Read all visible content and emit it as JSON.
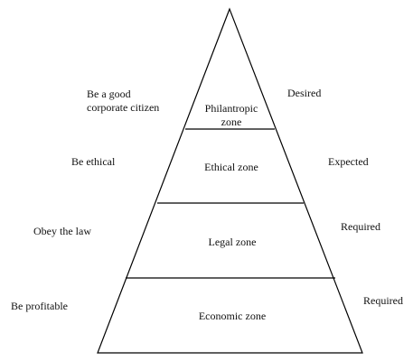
{
  "pyramid": {
    "zones": [
      {
        "label": "Philantropic zone",
        "descriptor": "Be a good corporate citizen",
        "expectation": "Desired"
      },
      {
        "label": "Ethical zone",
        "descriptor": "Be ethical",
        "expectation": "Expected"
      },
      {
        "label": "Legal zone",
        "descriptor": "Obey the law",
        "expectation": "Required"
      },
      {
        "label": "Economic zone",
        "descriptor": "Be profitable",
        "expectation": "Required"
      }
    ],
    "line_color": "#000000"
  }
}
